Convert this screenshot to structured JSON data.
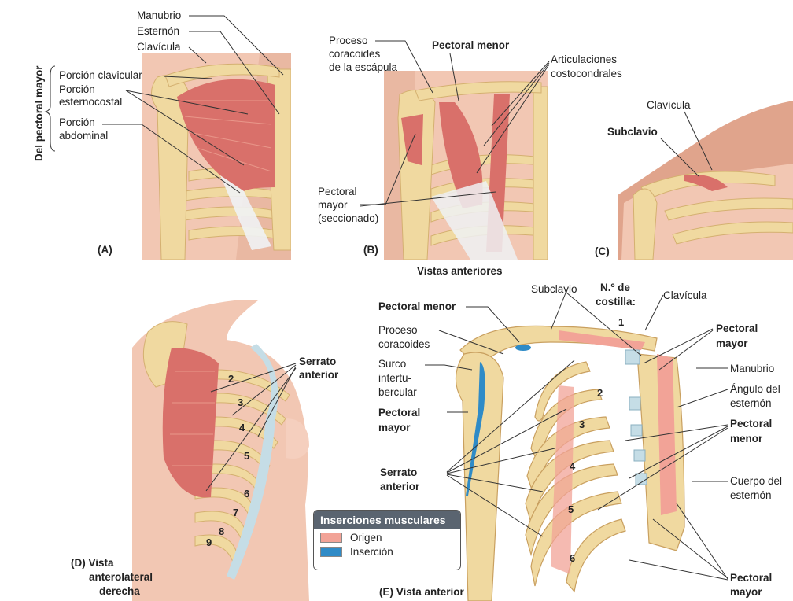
{
  "colors": {
    "bone": "#f0d9a0",
    "bone_edge": "#d4b070",
    "muscle": "#d9706a",
    "muscle_light": "#ec9d90",
    "cartilage": "#c5dde6",
    "skin": "#f2c7b3",
    "skin_dark": "#e0a48c",
    "origin": "#f2a397",
    "insertion": "#2f8bc7"
  },
  "panel_a": {
    "caption": "(A)",
    "vertical_label": "Del pectoral mayor",
    "labels": {
      "manubrio": "Manubrio",
      "esternon": "Esternón",
      "clavicula": "Clavícula",
      "porcion_clavicular": "Porción clavicular",
      "porcion_esternocostal_1": "Porción",
      "porcion_esternocostal_2": "esternocostal",
      "porcion_abdominal_1": "Porción",
      "porcion_abdominal_2": "abdominal"
    }
  },
  "panel_b": {
    "caption": "(B)",
    "labels": {
      "proceso_1": "Proceso",
      "proceso_2": "coracoides",
      "proceso_3": "de la escápula",
      "pectoral_menor": "Pectoral menor",
      "articulaciones_1": "Articulaciones",
      "articulaciones_2": "costocondrales",
      "pectoral_mayor_1": "Pectoral",
      "pectoral_mayor_2": "mayor",
      "pectoral_mayor_3": "(seccionado)"
    }
  },
  "panel_c": {
    "caption": "(C)",
    "labels": {
      "clavicula": "Clavícula",
      "subclavio": "Subclavio"
    }
  },
  "row_caption": "Vistas anteriores",
  "panel_d": {
    "caption_1": "(D) Vista",
    "caption_2": "anterolateral",
    "caption_3": "derecha",
    "labels": {
      "serrato_1": "Serrato",
      "serrato_2": "anterior"
    },
    "rib_numbers": [
      "2",
      "3",
      "4",
      "5",
      "6",
      "7",
      "8",
      "9"
    ]
  },
  "panel_e": {
    "caption": "(E) Vista anterior",
    "labels": {
      "pectoral_menor_l": "Pectoral menor",
      "subclavio": "Subclavio",
      "costilla_1": "N.º de",
      "costilla_2": "costilla:",
      "clavicula": "Clavícula",
      "proceso_1": "Proceso",
      "proceso_2": "coracoides",
      "surco_1": "Surco",
      "surco_2": "intertu-",
      "surco_3": "bercular",
      "pm_left_1": "Pectoral",
      "pm_left_2": "mayor",
      "serrato_1": "Serrato",
      "serrato_2": "anterior",
      "pm_right_1": "Pectoral",
      "pm_right_2": "mayor",
      "manubrio": "Manubrio",
      "angulo_1": "Ángulo del",
      "angulo_2": "esternón",
      "pmenor_r_1": "Pectoral",
      "pmenor_r_2": "menor",
      "cuerpo_1": "Cuerpo del",
      "cuerpo_2": "esternón",
      "pm_bottom_1": "Pectoral",
      "pm_bottom_2": "mayor"
    },
    "rib_numbers": [
      "1",
      "2",
      "3",
      "4",
      "5",
      "6"
    ]
  },
  "legend": {
    "title": "Inserciones musculares",
    "origin": "Origen",
    "insertion": "Inserción"
  }
}
